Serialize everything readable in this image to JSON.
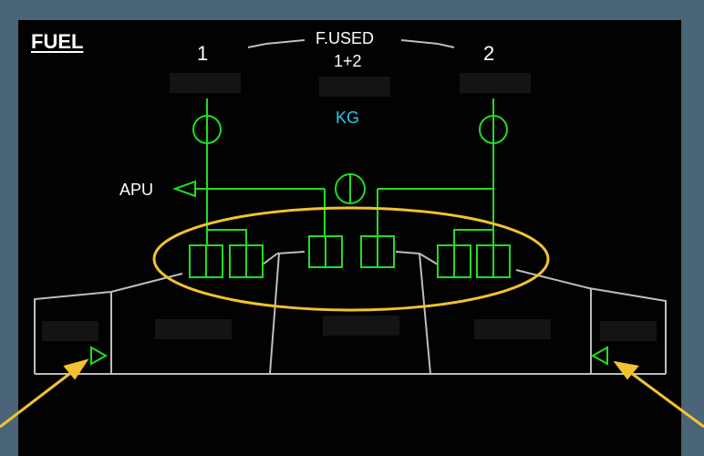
{
  "page": {
    "title": "FUEL"
  },
  "engines": [
    {
      "number": "1"
    },
    {
      "number": "2"
    }
  ],
  "fuel_used": {
    "title": "F.USED",
    "subtitle": "1+2",
    "unit": "KG"
  },
  "apu": {
    "label": "APU"
  },
  "colors": {
    "background_frame": "#4a6478",
    "screen": "#020202",
    "text": "#ffffff",
    "unit_cyan": "#2ec7e6",
    "system_green": "#22dd22",
    "tank_outline": "#bdbdbd",
    "highlight_yellow": "#f2c230",
    "value_masked": "#141414"
  },
  "annotations": {
    "highlight_ellipse": "pump-group",
    "arrows": [
      "left-arrow",
      "right-arrow"
    ]
  }
}
